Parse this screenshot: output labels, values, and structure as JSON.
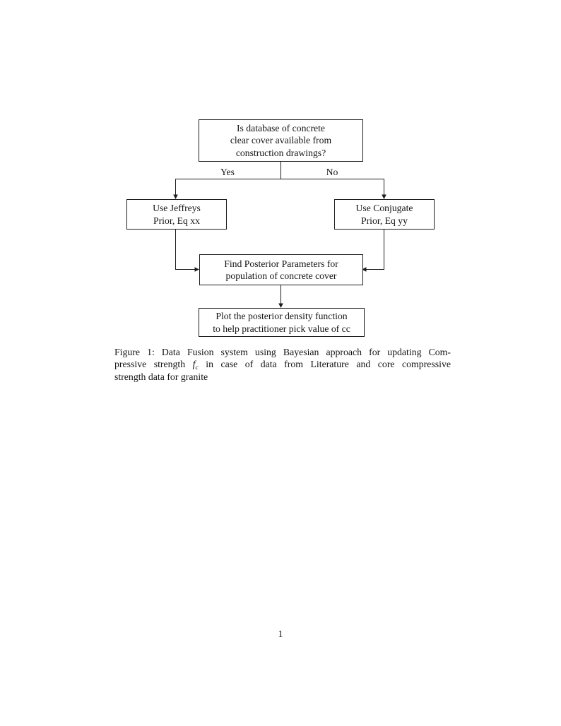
{
  "flowchart": {
    "nodes": {
      "decision": {
        "lines": [
          "Is database of concrete",
          "clear cover available from",
          "construction drawings?"
        ]
      },
      "jeffreys": {
        "lines": [
          "Use Jeffreys",
          "Prior, Eq xx"
        ]
      },
      "conjugate": {
        "lines": [
          "Use Conjugate",
          "Prior, Eq yy"
        ]
      },
      "posterior": {
        "lines": [
          "Find Posterior Parameters for",
          "population of concrete cover"
        ]
      },
      "plot": {
        "lines": [
          "Plot the posterior density function",
          "to help practitioner pick value of cc"
        ]
      }
    },
    "edge_labels": {
      "yes": "Yes",
      "no": "No"
    }
  },
  "caption": {
    "line1": "Figure 1: Data Fusion system using Bayesian approach for updating Com-",
    "line2_pre": "pressive strength ",
    "math_symbol": "f",
    "math_subscript": "c",
    "line2_post": " in case of data from Literature and core compressive",
    "line3": "strength data for granite"
  },
  "page": {
    "number": "1"
  },
  "colors": {
    "background": "#ffffff",
    "text": "#141414",
    "line": "#1c1c1c"
  }
}
